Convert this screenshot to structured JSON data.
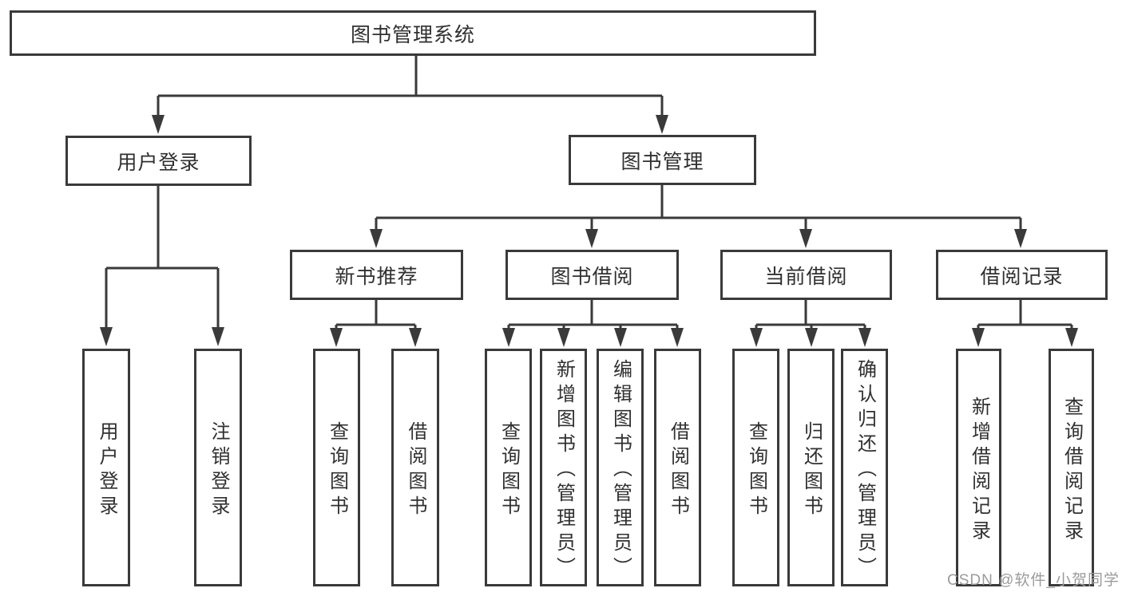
{
  "diagram": {
    "title_node": {
      "label": "图书管理系统"
    },
    "login": {
      "label": "用户登录",
      "children": [
        {
          "label": "用户登录"
        },
        {
          "label": "注销登录"
        }
      ]
    },
    "management": {
      "label": "图书管理",
      "children": [
        {
          "label": "新书推荐",
          "children": [
            {
              "label": "查询图书"
            },
            {
              "label": "借阅图书"
            }
          ]
        },
        {
          "label": "图书借阅",
          "children": [
            {
              "label": "查询图书"
            },
            {
              "label": "新增图书（管理员）"
            },
            {
              "label": "编辑图书（管理员）"
            },
            {
              "label": "借阅图书"
            }
          ]
        },
        {
          "label": "当前借阅",
          "children": [
            {
              "label": "查询图书"
            },
            {
              "label": "归还图书"
            },
            {
              "label": "确认归还（管理员）"
            }
          ]
        },
        {
          "label": "借阅记录",
          "children": [
            {
              "label": "新增借阅记录"
            },
            {
              "label": "查询借阅记录"
            }
          ]
        }
      ]
    }
  },
  "watermark": {
    "text": "CSDN @软件_小贺同学"
  },
  "colors": {
    "line": "#3a3a3a",
    "text": "#303030",
    "background": "#ffffff",
    "watermark": "#9b9b9b"
  }
}
